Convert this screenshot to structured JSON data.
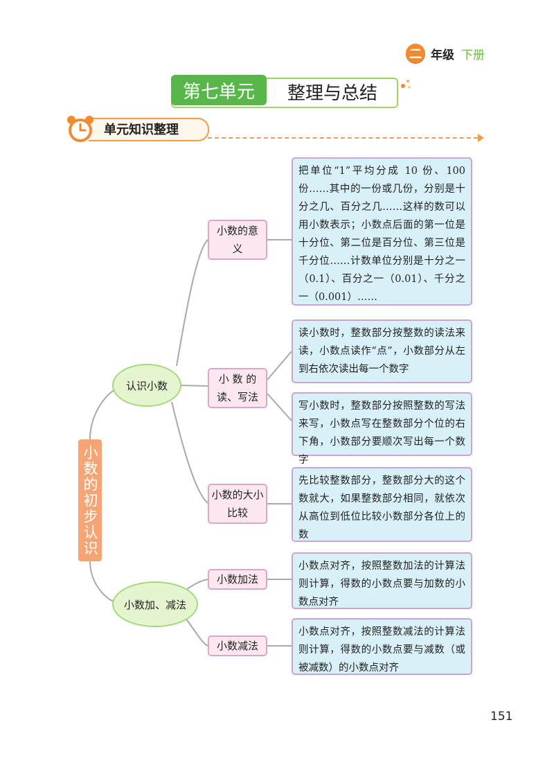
{
  "header": {
    "grade_number": "二",
    "grade_label": "年级",
    "term": "下册",
    "badge_color": "#f28a2e",
    "term_color": "#6cbd3c"
  },
  "unit": {
    "label": "第七单元",
    "title": "整理与总结",
    "label_color": "#57b749"
  },
  "section": {
    "title": "单元知识整理",
    "icon": "alarm-clock-icon",
    "accent_color": "#f29a4a"
  },
  "mindmap": {
    "root": "小数的初步认识",
    "branches": [
      {
        "label": "认识小数",
        "topics": [
          {
            "label": "小数的意义",
            "descriptions": [
              "把单位“1”平均分成 10 份、100 份……其中的一份或几份，分别是十分之几、百分之几……这样的数可以用小数表示；小数点后面的第一位是十分位、第二位是百分位、第三位是千分位……计数单位分别是十分之一（0.1）、百分之一（0.01）、千分之一（0.001）……"
            ]
          },
          {
            "label": "小 数 的读、写法",
            "descriptions": [
              "读小数时，整数部分按整数的读法来读，小数点读作“点”，小数部分从左到右依次读出每一个数字",
              "写小数时，整数部分按照整数的写法来写，小数点写在整数部分个位的右下角，小数部分要顺次写出每一个数字"
            ]
          },
          {
            "label": "小数的大小比较",
            "descriptions": [
              "先比较整数部分，整数部分大的这个数就大，如果整数部分相同，就依次从高位到低位比较小数部分各位上的数"
            ]
          }
        ]
      },
      {
        "label": "小数加、减法",
        "topics": [
          {
            "label": "小数加法",
            "descriptions": [
              "小数点对齐，按照整数加法的计算法则计算，得数的小数点要与加数的小数点对齐"
            ]
          },
          {
            "label": "小数减法",
            "descriptions": [
              "小数点对齐，按照整数减法的计算法则计算，得数的小数点要与减数（或被减数）的小数点对齐"
            ]
          }
        ]
      }
    ]
  },
  "page_number": "151"
}
